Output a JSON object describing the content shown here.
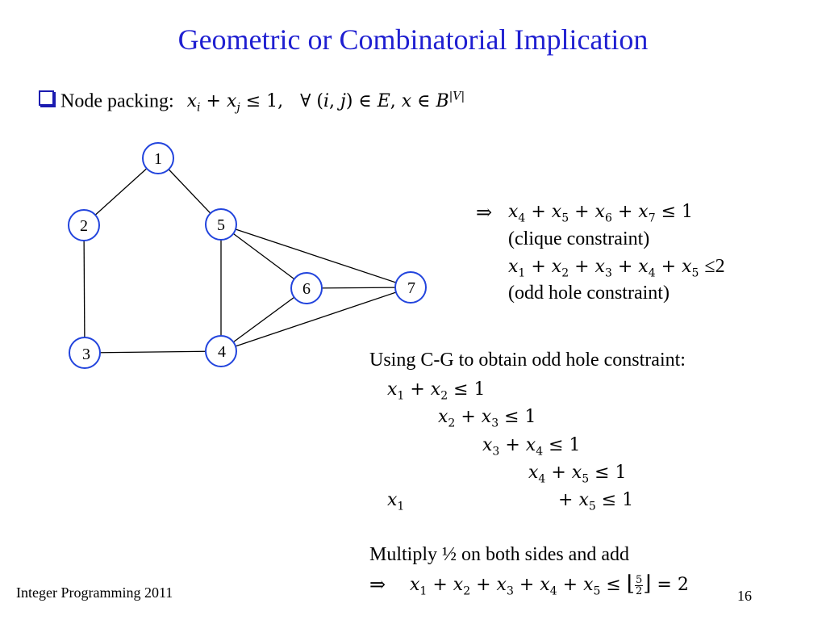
{
  "slide": {
    "title": "Geometric or Combinatorial Implication",
    "bullet_label": "Node packing:",
    "bullet_formula_1": "x",
    "footer_left": "Integer Programming 2011",
    "page_number": "16"
  },
  "graph": {
    "nodes": [
      "1",
      "2",
      "3",
      "4",
      "5",
      "6",
      "7"
    ]
  },
  "implications": {
    "arrow": "⇒",
    "clique_label": "(clique constraint)",
    "odd_hole_label": "(odd hole constraint)"
  },
  "cg": {
    "heading": "Using C-G to obtain odd hole constraint:",
    "multiply_text": "Multiply ½ on both sides and add",
    "final_arrow": "⇒"
  }
}
